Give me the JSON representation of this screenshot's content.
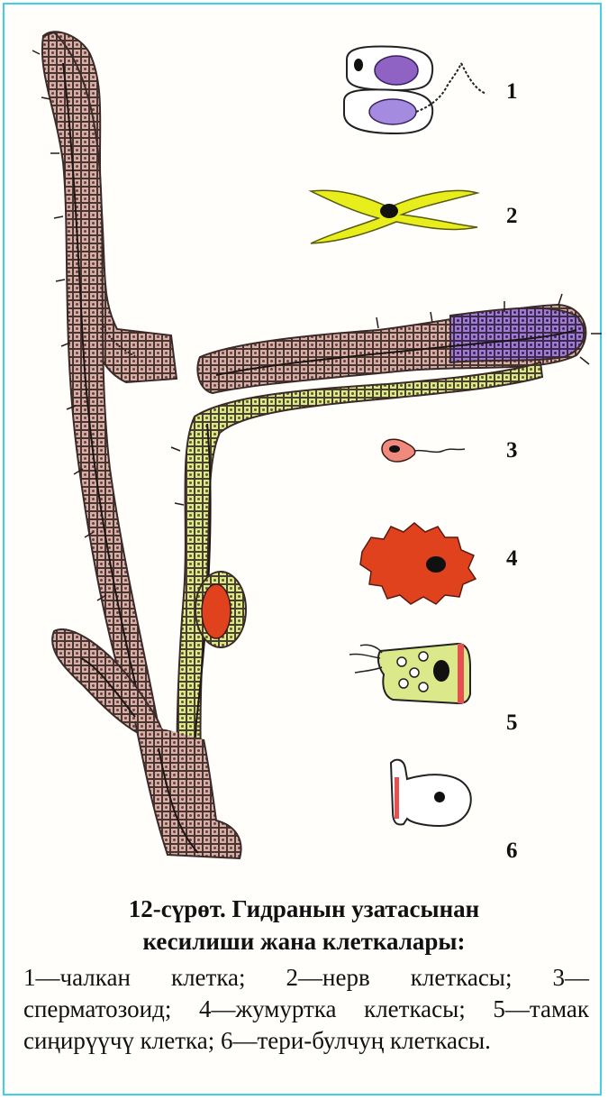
{
  "figure": {
    "labels": [
      "1",
      "2",
      "3",
      "4",
      "5",
      "6"
    ],
    "colors": {
      "border": "#3ed0e6",
      "body_wall": "#c99a9e",
      "cell_outline": "#3a2a28",
      "purple": "#8f63c4",
      "yellow_green": "#d9ef5a",
      "nerve_yellow": "#e7ee1c",
      "egg_red": "#e0421e",
      "sperm_pink": "#f08a7e",
      "muscle_red": "#e55050"
    },
    "icons": [
      "stinging-cell",
      "nerve-cell",
      "sperm-cell",
      "egg-cell",
      "digestive-cell",
      "epithelial-muscle-cell",
      "hydra-tentacle-section"
    ]
  },
  "caption": {
    "title_line1": "12-сүрөт. Гидранын узатасынан",
    "title_line2": "кесилиши жана клеткалары:",
    "body": "1—чалкан клетка; 2—нерв клеткасы; 3—сперматозоид; 4—жумуртка клеткасы; 5—тамак сиңирүүчү клетка; 6—тери-булчуң клеткасы."
  }
}
